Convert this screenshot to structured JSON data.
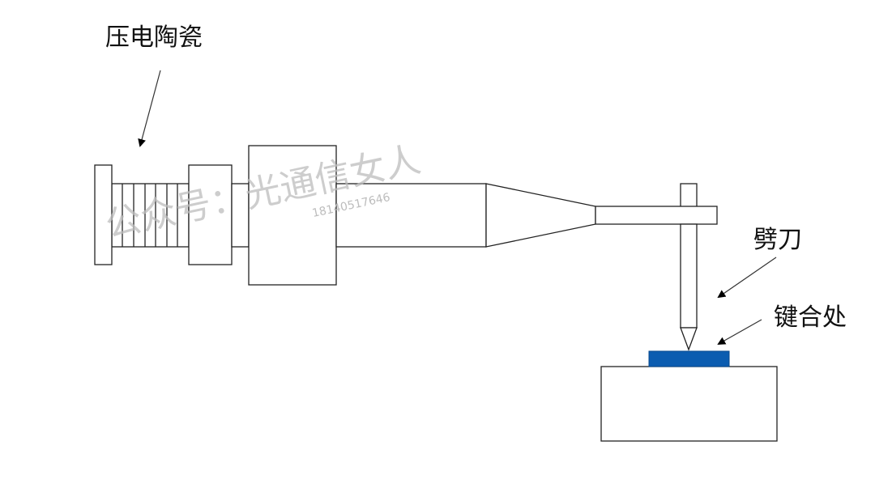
{
  "labels": {
    "piezo": "压电陶瓷",
    "capillary": "劈刀",
    "bond_point": "键合处"
  },
  "watermark": {
    "text": "公众号：光通信女人",
    "number": "18140517646"
  },
  "colors": {
    "bond_pad": "#0b5cb0",
    "stroke": "#222222"
  }
}
